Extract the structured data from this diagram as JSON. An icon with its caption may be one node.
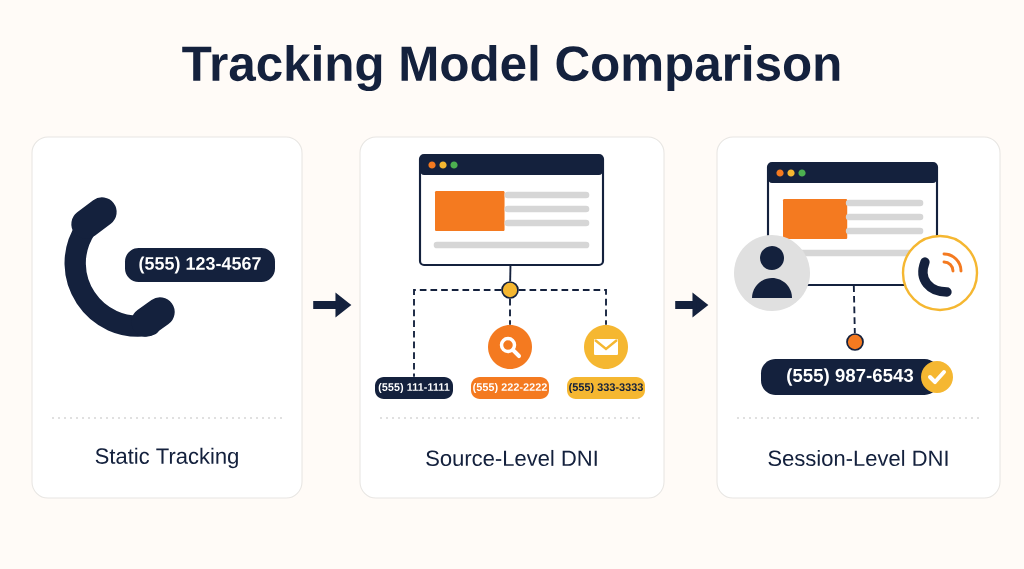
{
  "diagram": {
    "title": "Tracking Model Comparison",
    "nodes": [
      {
        "text": [
          "Static Tracking"
        ]
      },
      {
        "text": [
          "(555) 123-4567"
        ],
        "in": 0
      },
      {
        "text": [
          "Source-Level DNI"
        ]
      },
      {
        "text": [],
        "shape": "picture",
        "in": 2
      },
      {
        "text": [],
        "shape": "circle",
        "in": 2
      },
      {
        "text": [],
        "shape": "circle",
        "in": 2
      },
      {
        "text": [],
        "shape": "circle",
        "in": 2
      },
      {
        "text": [
          "(555) 111-1111"
        ],
        "in": 2
      },
      {
        "text": [
          "(555) 222-2222"
        ],
        "in": 2
      },
      {
        "text": [
          "(555) 333-3333"
        ],
        "in": 2
      },
      {
        "text": [
          "Session-Level DNI"
        ]
      },
      {
        "text": [],
        "shape": "picture",
        "in": 10
      },
      {
        "text": [],
        "shape": "circle",
        "in": 10
      },
      {
        "text": [
          "(555) 987-6543"
        ],
        "in": 10
      }
    ],
    "edges": [
      {
        "from": 0,
        "to": 2,
        "arrow": "to",
        "style": "thick"
      },
      {
        "from": 2,
        "to": 10,
        "arrow": "to",
        "style": "thick"
      },
      {
        "from": 3,
        "to": 4,
        "arrow": "none"
      },
      {
        "from": 4,
        "to": 7,
        "arrow": "none",
        "style": "dashed"
      },
      {
        "from": 4,
        "to": 5,
        "arrow": "none",
        "style": "dashed"
      },
      {
        "from": 4,
        "to": 6,
        "arrow": "none",
        "style": "dashed"
      },
      {
        "from": 11,
        "to": 12,
        "arrow": "none",
        "style": "dashed"
      }
    ]
  }
}
